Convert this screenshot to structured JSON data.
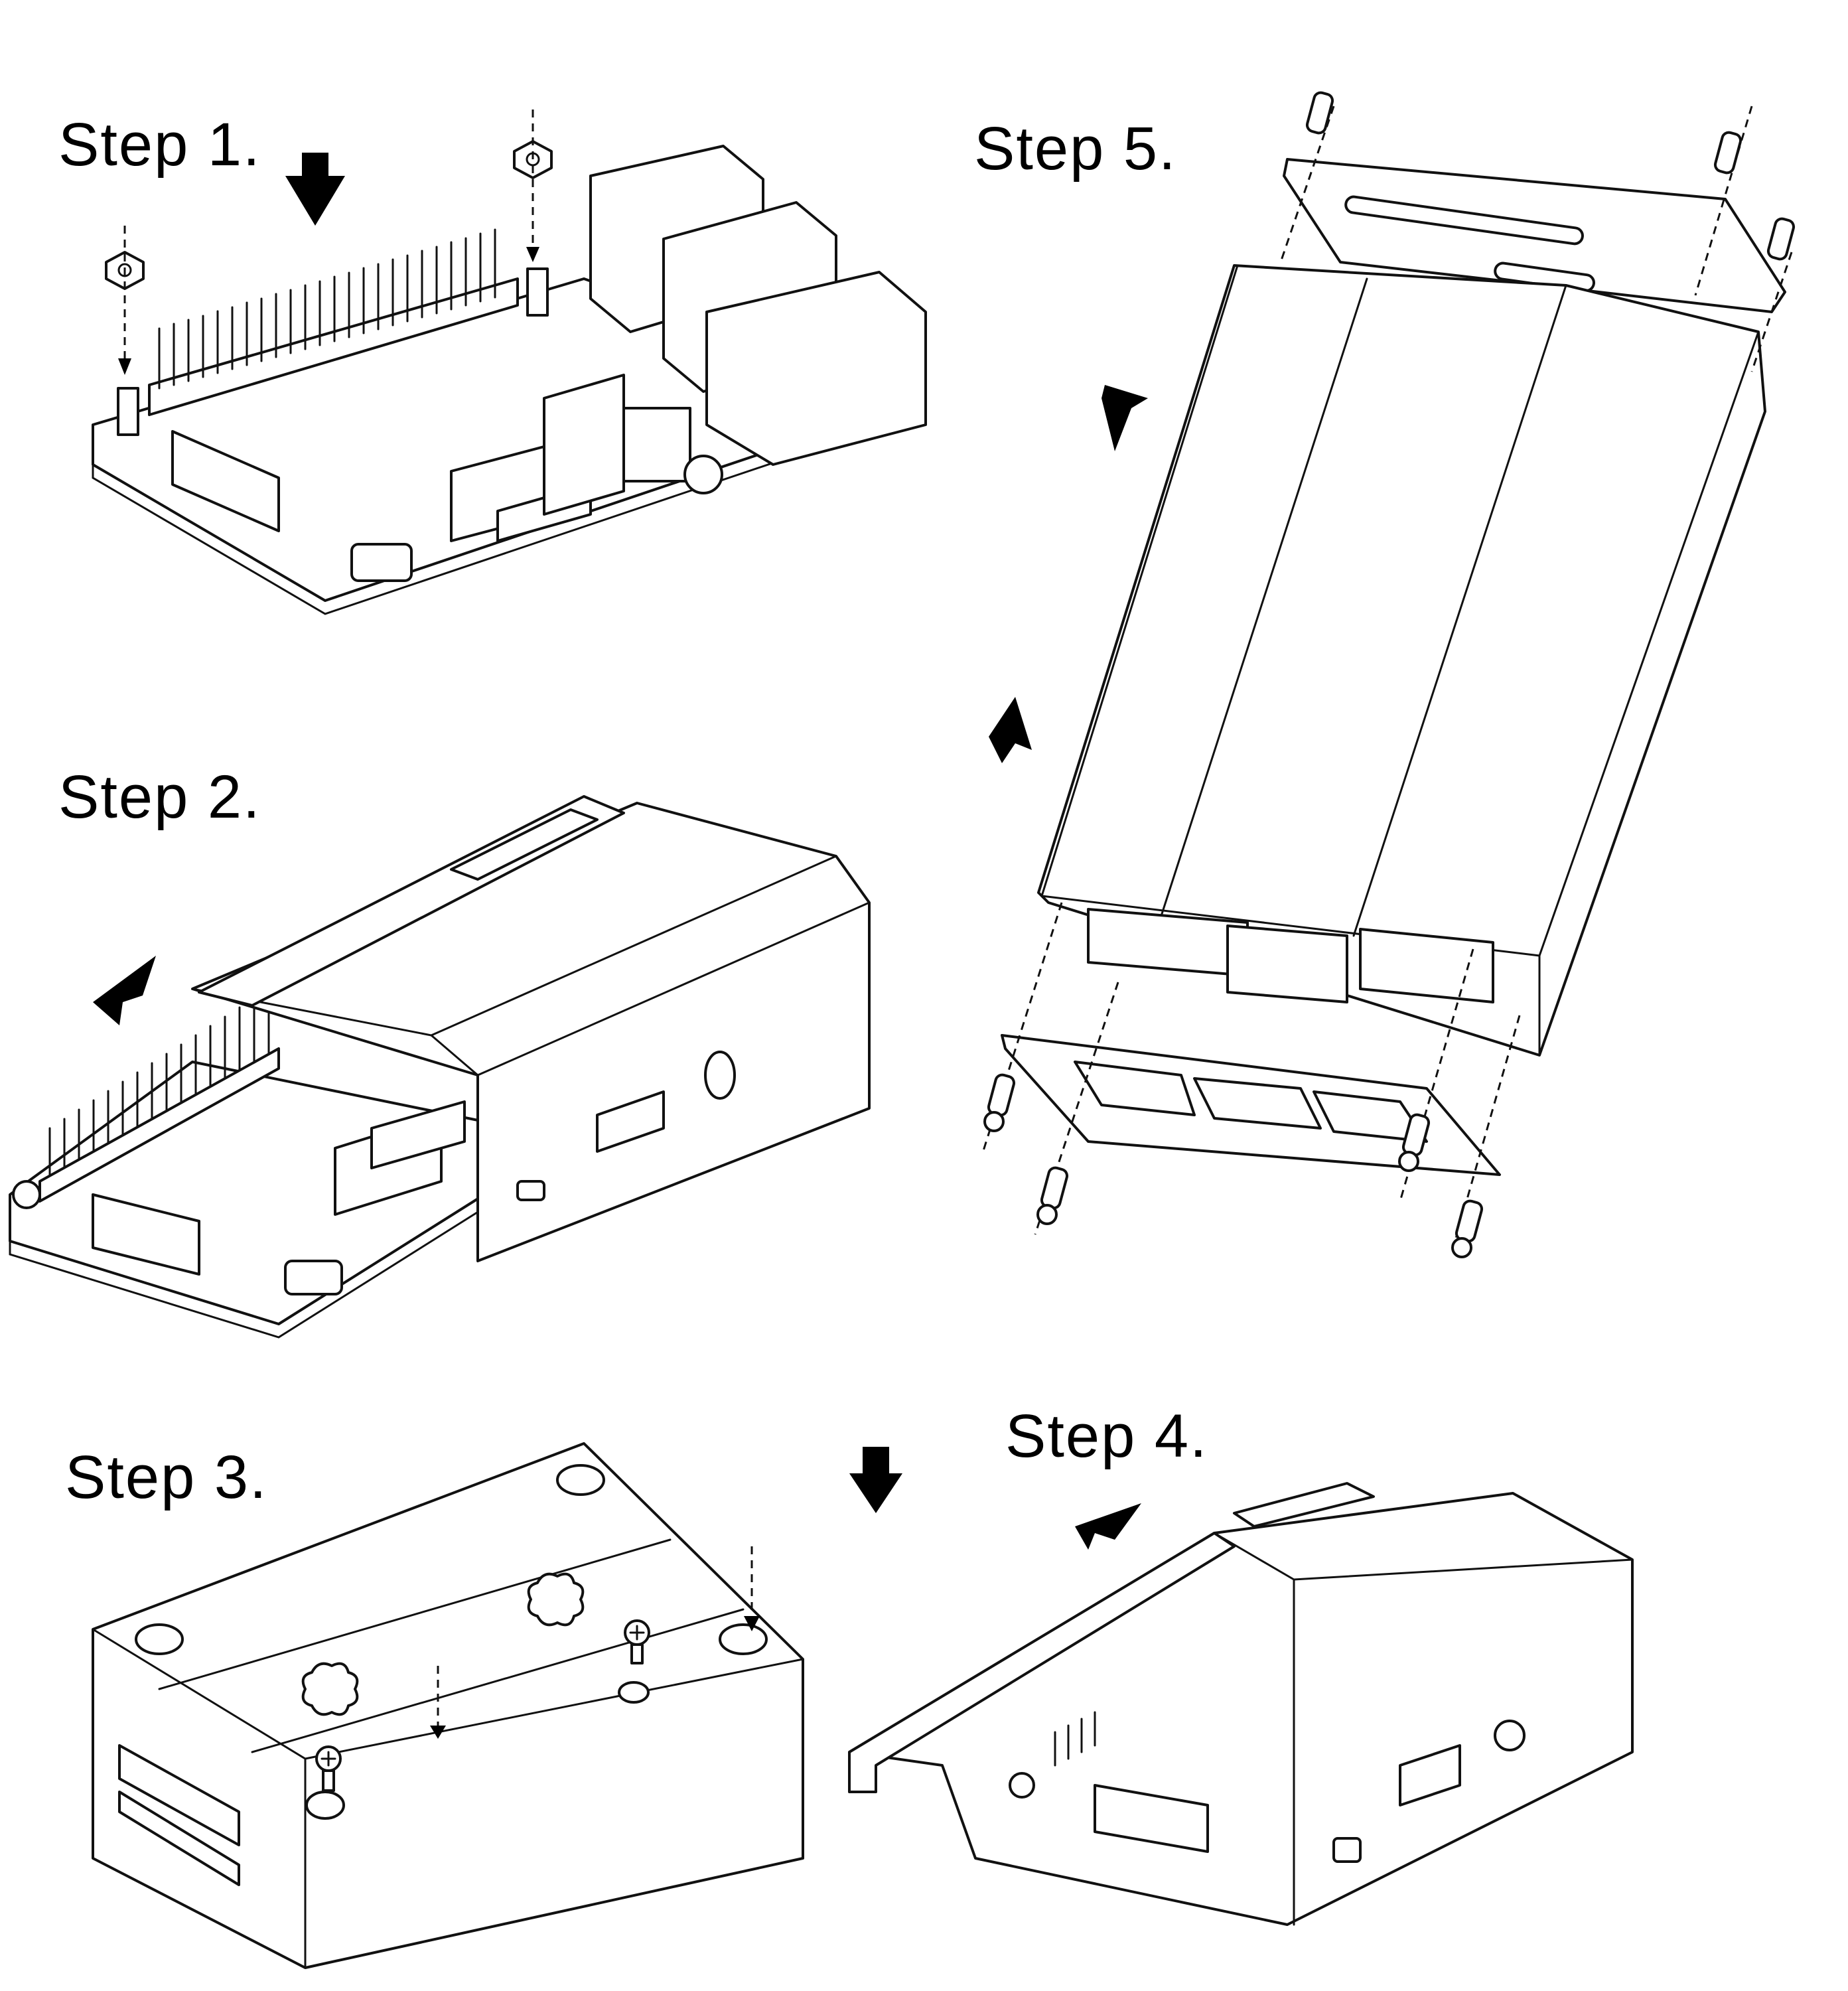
{
  "steps": [
    {
      "id": "step1",
      "label": "Step 1."
    },
    {
      "id": "step2",
      "label": "Step 2."
    },
    {
      "id": "step3",
      "label": "Step 3."
    },
    {
      "id": "step4",
      "label": "Step 4."
    },
    {
      "id": "step5",
      "label": "Step 5."
    }
  ],
  "colors": {
    "line": "#111111",
    "background": "#ffffff"
  }
}
